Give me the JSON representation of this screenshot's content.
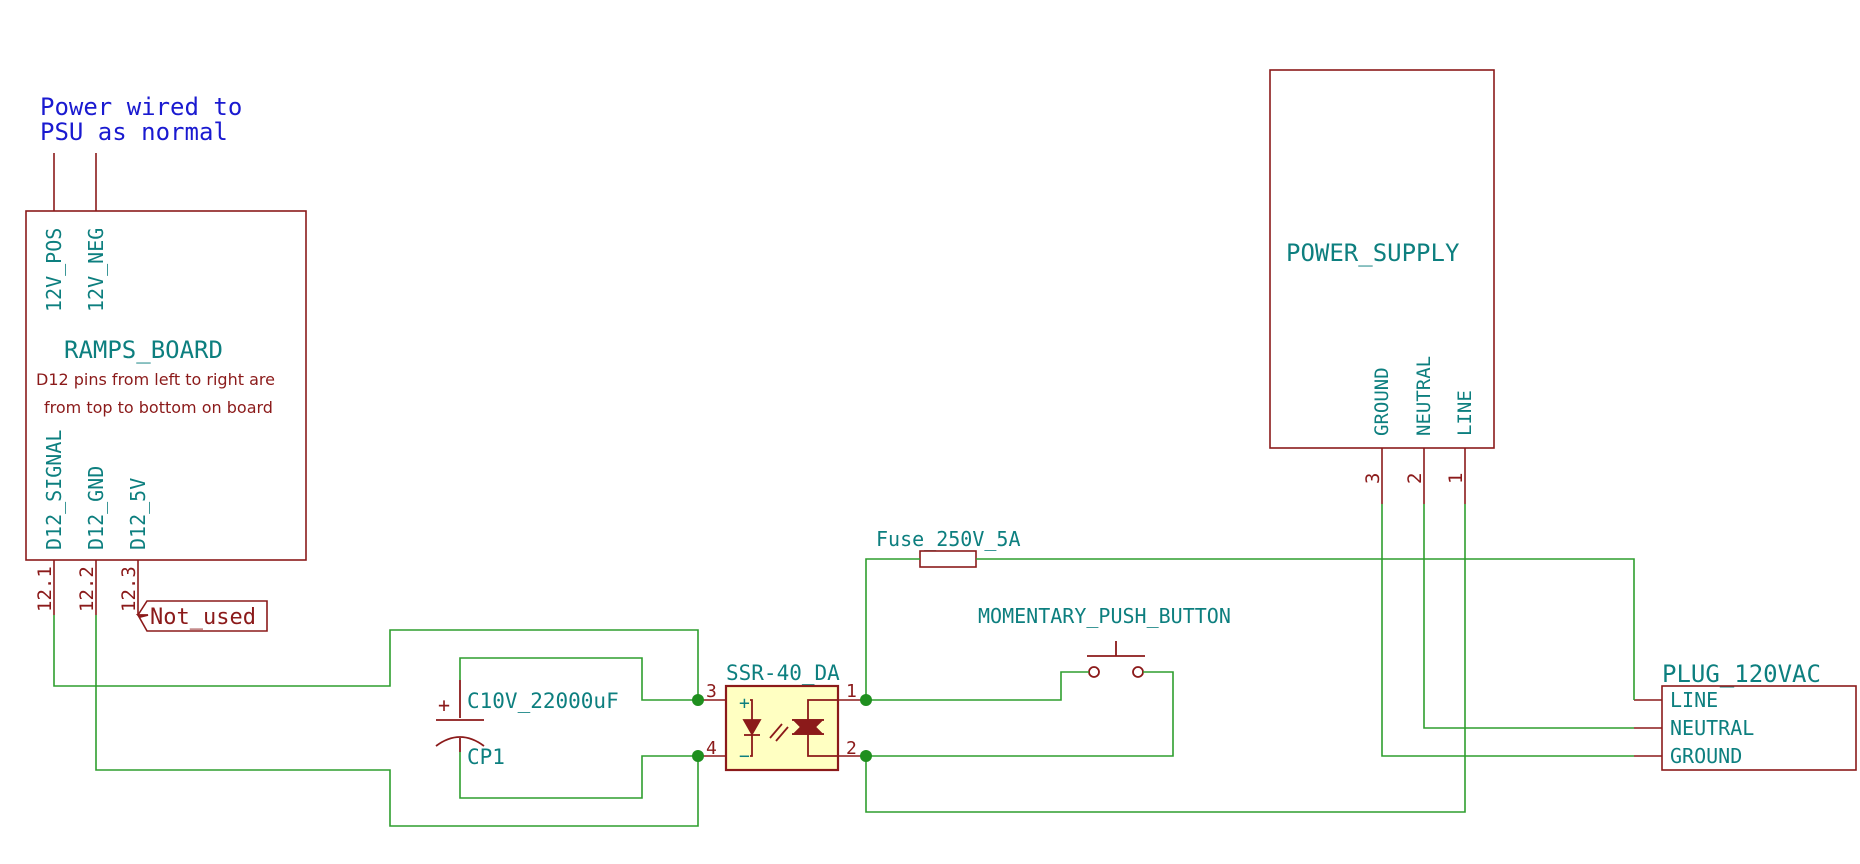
{
  "note_power": {
    "line1": "Power wired to",
    "line2": "PSU as normal"
  },
  "ramps": {
    "name": "RAMPS_BOARD",
    "note_line1": "D12 pins from left to right are",
    "note_line2": "from top to bottom on board",
    "top_pins": [
      "12V_POS",
      "12V_NEG"
    ],
    "bottom_pins": [
      "D12_SIGNAL",
      "D12_GND",
      "D12_5V"
    ],
    "bottom_pin_numbers": [
      "12.1",
      "12.2",
      "12.3"
    ],
    "not_used_label": "Not_used"
  },
  "capacitor": {
    "value": "C10V_22000uF",
    "ref": "CP1",
    "plus": "+"
  },
  "ssr": {
    "name": "SSR-40_DA",
    "pin_3": "3",
    "pin_4": "4",
    "pin_1": "1",
    "pin_2": "2",
    "plus": "+",
    "minus": "−"
  },
  "fuse": {
    "name": "Fuse_250V_5A"
  },
  "button": {
    "name": "MOMENTARY_PUSH_BUTTON"
  },
  "power_supply": {
    "name": "POWER_SUPPLY",
    "pins": [
      "GROUND",
      "NEUTRAL",
      "LINE"
    ],
    "pin_numbers": [
      "3",
      "2",
      "1"
    ]
  },
  "plug": {
    "name": "PLUG_120VAC",
    "pins": [
      "LINE",
      "NEUTRAL",
      "GROUND"
    ]
  },
  "colors": {
    "component_outline": "#8b1a1a",
    "wire": "#2e9e2e",
    "label_teal": "#0d7f7f",
    "label_blue": "#1a1ad0",
    "ssr_fill": "#ffffc2"
  }
}
